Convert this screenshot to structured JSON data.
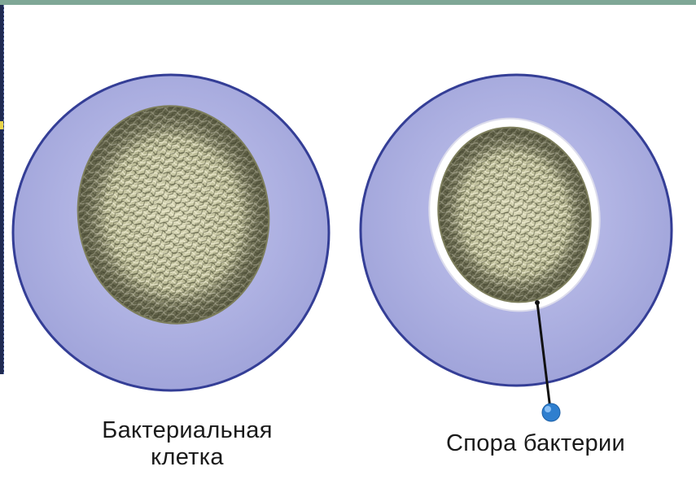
{
  "colors": {
    "top_bar": "#7fa796",
    "cell_fill": "#a9acde",
    "cell_stroke": "#343e96",
    "spore_coat": "#ffffff",
    "pointer": "#111111",
    "pointer_dot": "#2f7fcf"
  },
  "labels": {
    "bacterial_cell_line1": "Бактериальная",
    "bacterial_cell_line2": "клетка",
    "spore": "Спора бактерии"
  }
}
